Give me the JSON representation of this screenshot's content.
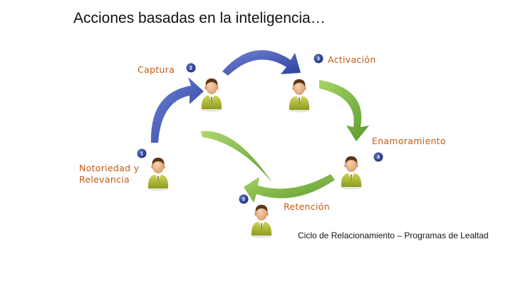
{
  "slide": {
    "title": "Acciones basadas en la inteligencia…",
    "caption": "Ciclo de Relacionamiento – Programas de Lealtad"
  },
  "stages": [
    {
      "number": "1",
      "label_line1": "Notoriedad y",
      "label_line2": "Relevancia"
    },
    {
      "number": "2",
      "label": "Captura"
    },
    {
      "number": "3",
      "label": "Activación"
    },
    {
      "number": "4",
      "label": "Enamoramiento"
    },
    {
      "number": "5",
      "label": "Retención"
    }
  ],
  "colors": {
    "label_text": "#c55a11",
    "arrow_blue": "#3a4fb0",
    "arrow_green": "#6ea832",
    "badge": "#2b3f8c",
    "person_face": "#e7b58a",
    "person_hair": "#5a3416",
    "person_body": "#b4bf3a"
  },
  "icons": {
    "person": "person-icon",
    "arrow": "curved-arrow-icon",
    "badge": "number-badge-icon"
  }
}
